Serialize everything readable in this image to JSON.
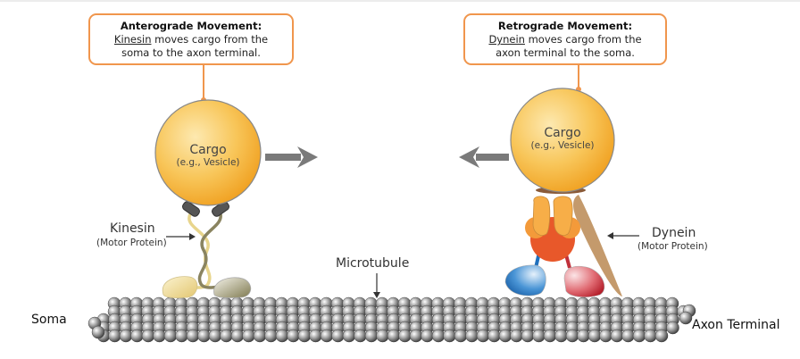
{
  "anterograde": {
    "title": "Anterograde Movement:",
    "motor": "Kinesin",
    "line1_rest": " moves cargo from the",
    "line2": "soma to the axon terminal."
  },
  "retrograde": {
    "title": "Retrograde Movement:",
    "motor": "Dynein",
    "line1_rest": " moves cargo from the",
    "line2": "axon terminal to the soma."
  },
  "cargo_left": {
    "label": "Cargo",
    "sublabel": "(e.g., Vesicle)"
  },
  "cargo_right": {
    "label": "Cargo",
    "sublabel": "(e.g., Vesicle)"
  },
  "kinesin_label": {
    "name": "Kinesin",
    "sub": "(Motor Protein)"
  },
  "dynein_label": {
    "name": "Dynein",
    "sub": "(Motor Protein)"
  },
  "microtubule_label": "Microtubule",
  "soma_label": "Soma",
  "axon_terminal_label": "Axon Terminal",
  "colors": {
    "callout_border": "#f0964d",
    "cargo_fill": "#f7b93a",
    "arrow_gray": "#7a7a7a",
    "kinesin_light": "#e8d58c",
    "kinesin_dark": "#8a8460",
    "dynein_orange": "#f5a43e",
    "dynein_red": "#e8582a",
    "dynein_blue": "#2f7fc8",
    "dynein_pink": "#d6404a",
    "dynein_stalk": "#c49a6c"
  }
}
